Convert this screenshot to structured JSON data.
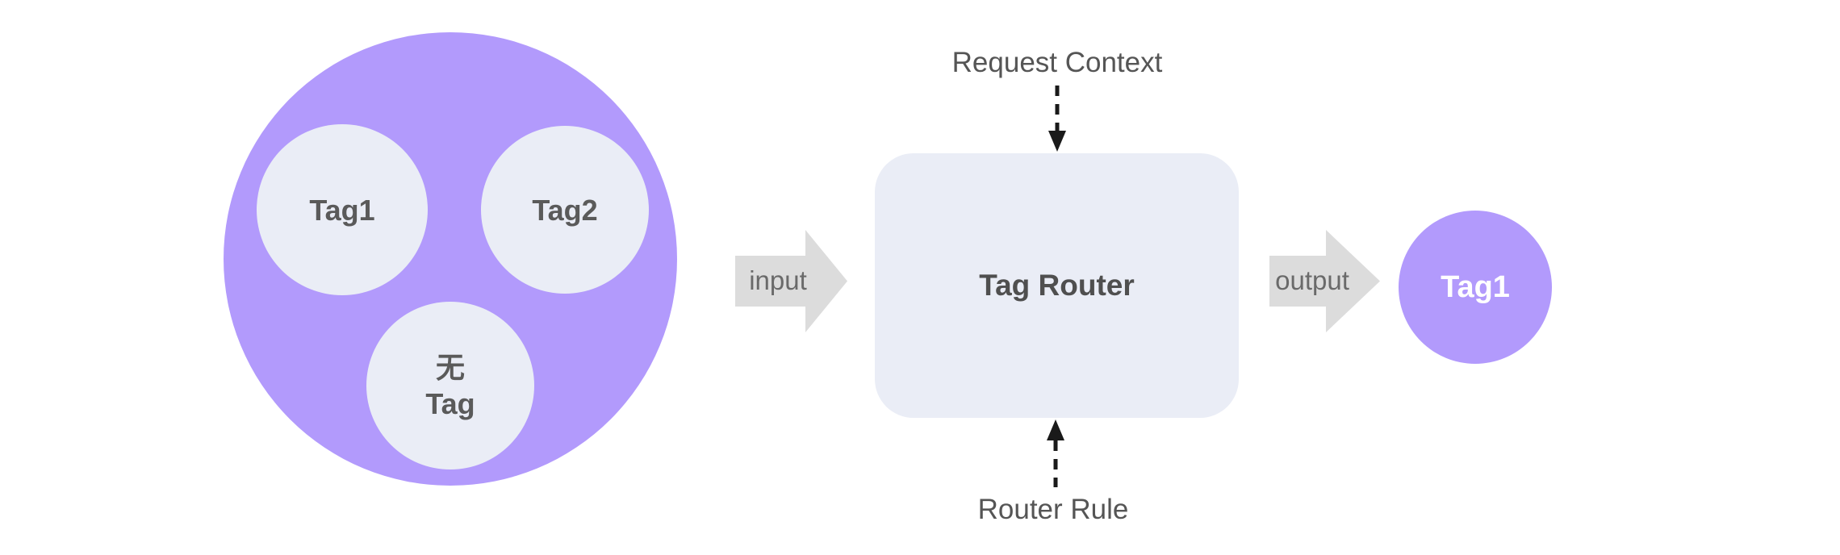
{
  "colors": {
    "purple": "#b29afc",
    "light_fill": "#eaedf6",
    "arrow_gray": "#dcdcdc",
    "pool_label_text": "#5a5a5a",
    "router_text": "#4f4f4f",
    "annotation_text": "#555555",
    "dashed_arrow_black": "#1a1a1a",
    "output_label_text": "#ffffff",
    "background": "#ffffff"
  },
  "pool": {
    "items": [
      {
        "label": "Tag1"
      },
      {
        "label": "Tag2"
      },
      {
        "label": "无\nTag"
      }
    ]
  },
  "flow": {
    "input_label": "input",
    "output_label": "output"
  },
  "router": {
    "label": "Tag Router",
    "top_annotation": "Request Context",
    "bottom_annotation": "Router Rule"
  },
  "output": {
    "label": "Tag1"
  }
}
